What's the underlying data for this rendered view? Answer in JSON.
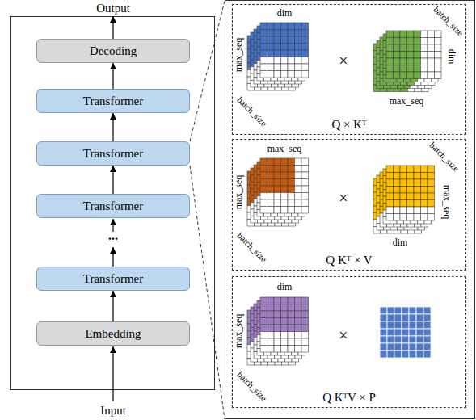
{
  "diagram": {
    "nodes": [
      {
        "text": [
          "Decoding"
        ]
      },
      {
        "text": [
          "Transformer"
        ]
      },
      {
        "text": [
          "Transformer"
        ]
      },
      {
        "text": [
          "Transformer"
        ]
      },
      {
        "text": [
          "Transformer"
        ]
      },
      {
        "text": [
          "Embedding"
        ]
      },
      {
        "text": [
          "Q × Kᵀ"
        ]
      },
      {
        "text": [
          "Q Kᵀ × V"
        ]
      },
      {
        "text": [
          "Q KᵀV × P"
        ]
      }
    ],
    "edges": [
      {
        "from": 5,
        "to": 4,
        "arrow": "to"
      },
      {
        "from": 3,
        "to": 2,
        "arrow": "to"
      },
      {
        "from": 2,
        "to": 1,
        "arrow": "to"
      },
      {
        "from": 1,
        "to": 0,
        "arrow": "to"
      }
    ],
    "labels": [
      "Output",
      "Input",
      "...",
      "dim",
      "max_seq",
      "batch_size",
      "batch_size",
      "dim",
      "max_seq",
      "×",
      "max_seq",
      "max_seq",
      "batch_size",
      "batch_size",
      "max_seq",
      "dim",
      "×",
      "dim",
      "max_seq",
      "batch_size",
      "×"
    ]
  }
}
